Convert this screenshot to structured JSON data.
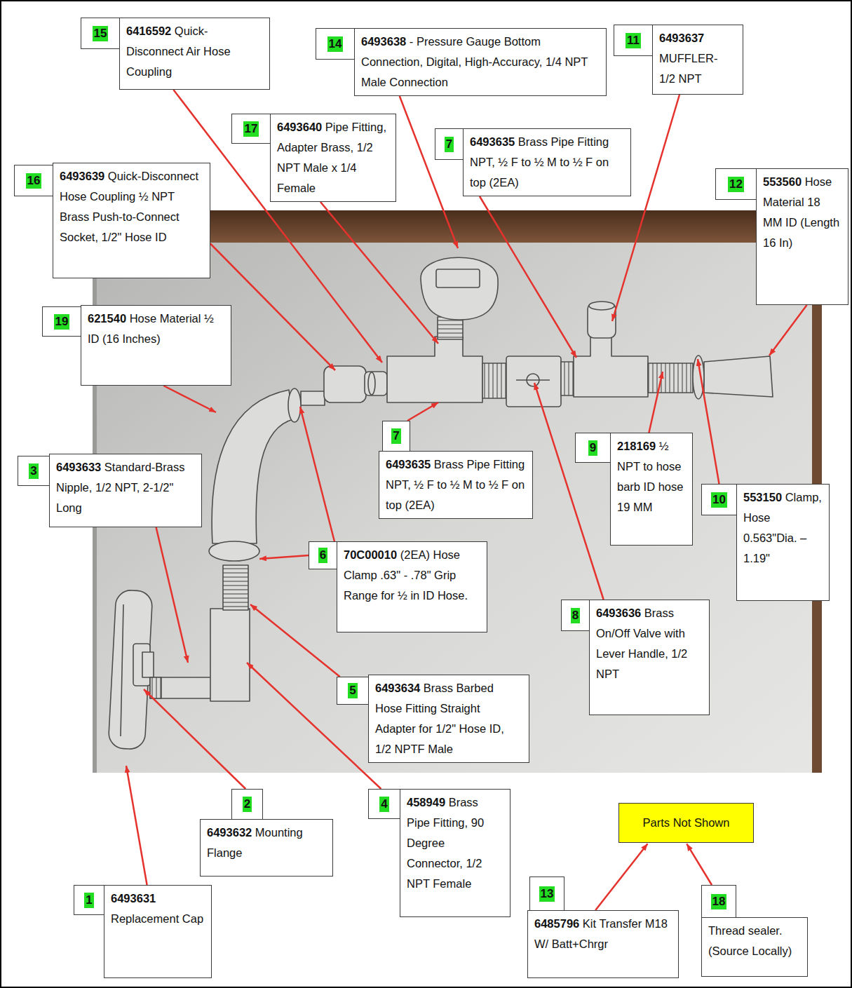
{
  "diagram": {
    "nodes": [
      {
        "text": [
          "15",
          "6416592",
          "Quick-Disconnect Air Hose Coupling"
        ]
      },
      {
        "text": [
          "14",
          "6493638",
          "- Pressure Gauge Bottom Connection, Digital, High-Accuracy, 1/4 NPT Male Connection"
        ]
      },
      {
        "text": [
          "11",
          "6493637",
          "MUFFLER- 1/2 NPT"
        ]
      },
      {
        "text": [
          "17",
          "6493640",
          "Pipe Fitting, Adapter Brass, 1/2 NPT Male x 1/4 Female"
        ]
      },
      {
        "text": [
          "7",
          "6493635",
          "Brass Pipe Fitting NPT, ½ F to ½ M to ½ F on top (2EA)"
        ]
      },
      {
        "text": [
          "16",
          "6493639",
          "Quick-Disconnect Hose Coupling ½ NPT Brass Push-to-Connect Socket, 1/2\" Hose ID"
        ]
      },
      {
        "text": [
          "12",
          "553560",
          "Hose Material 18 MM ID (Length 16 In)"
        ]
      },
      {
        "text": [
          "19",
          "621540",
          "Hose Material ½ ID (16 Inches)"
        ]
      },
      {
        "text": [
          "7",
          "6493635",
          "Brass Pipe Fitting NPT, ½ F to ½ M to ½ F on top (2EA)"
        ]
      },
      {
        "text": [
          "3",
          "6493633",
          "Standard-Brass Nipple, 1/2 NPT, 2-1/2\" Long"
        ]
      },
      {
        "text": [
          "6",
          "70C00010",
          "(2EA) Hose Clamp .63\" - .78\" Grip Range for ½ in ID Hose."
        ]
      },
      {
        "text": [
          "9",
          "218169",
          "½ NPT to hose barb ID hose 19 MM"
        ]
      },
      {
        "text": [
          "10",
          "553150",
          "Clamp, Hose 0.563\"Dia. – 1.19\""
        ]
      },
      {
        "text": [
          "8",
          "6493636",
          "Brass On/Off Valve with Lever Handle, 1/2 NPT"
        ]
      },
      {
        "text": [
          "5",
          "6493634",
          "Brass Barbed Hose Fitting Straight Adapter for 1/2\" Hose ID, 1/2 NPTF Male"
        ]
      },
      {
        "text": [
          "2",
          "6493632",
          "Mounting Flange"
        ]
      },
      {
        "text": [
          "4",
          "458949",
          "Brass Pipe Fitting, 90 Degree Connector, 1/2 NPT Female"
        ]
      },
      {
        "text": [
          "1",
          "6493631",
          "Replacement Cap"
        ]
      },
      {
        "text": [
          "Parts Not Shown"
        ]
      },
      {
        "text": [
          "13",
          "6485796",
          "Kit Transfer M18 W/ Batt+Chrgr"
        ]
      },
      {
        "text": [
          "18",
          "Thread sealer. (Source Locally)"
        ]
      }
    ],
    "edges": [
      {
        "from": 19,
        "to": 18,
        "arrow": "to"
      },
      {
        "from": 20,
        "to": 18,
        "arrow": "to"
      }
    ]
  }
}
